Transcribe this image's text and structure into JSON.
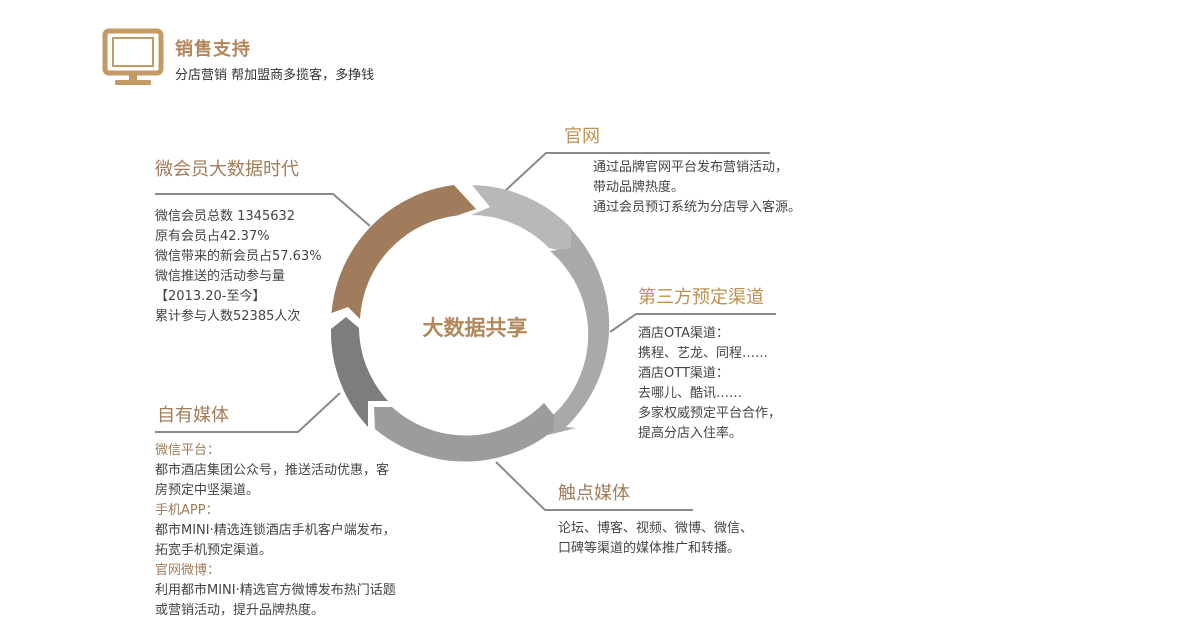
{
  "header": {
    "icon": "monitor-icon",
    "title": "销售支持",
    "subtitle": "分店营销 帮加盟商多揽客，多挣钱"
  },
  "diagram": {
    "center_label": "大数据共享",
    "colors": {
      "accent": "#b3875a",
      "brown_segment": "#a07c5c",
      "light_gray_segment": "#b8b8b8",
      "right_gray_segment": "#a9a9a9",
      "bottom_gray_segment": "#9c9c9c",
      "dark_gray_segment": "#7d7d7d",
      "connector": "#8a8a8a"
    },
    "sections": {
      "wechat": {
        "title": "微会员大数据时代",
        "lines": [
          "微信会员总数 1345632",
          "原有会员占42.37%",
          "微信带来的新会员占57.63%",
          "微信推送的活动参与量",
          "【2013.20-至今】",
          "累计参与人数52385人次"
        ]
      },
      "official_site": {
        "title": "官网",
        "lines": [
          "通过品牌官网平台发布营销活动，",
          "带动品牌热度。",
          "通过会员预订系统为分店导入客源。"
        ]
      },
      "third_party": {
        "title": "第三方预定渠道",
        "lines": [
          "酒店OTA渠道：",
          "携程、艺龙、同程……",
          "酒店OTT渠道：",
          "去哪儿、酷讯……",
          "多家权威预定平台合作，",
          "提高分店入住率。"
        ]
      },
      "own_media": {
        "title": "自有媒体",
        "blocks": [
          {
            "label": "微信平台：",
            "lines": [
              "都市酒店集团公众号，推送活动优惠，客",
              "房预定中坚渠道。"
            ]
          },
          {
            "label": "手机APP：",
            "lines": [
              "都市MINI·精选连锁酒店手机客户端发布，",
              "拓宽手机预定渠道。"
            ]
          },
          {
            "label": "官网微博：",
            "lines": [
              "利用都市MINI·精选官方微博发布热门话题",
              "或营销活动，提升品牌热度。"
            ]
          }
        ]
      },
      "touchpoint": {
        "title": "触点媒体",
        "lines": [
          "论坛、博客、视频、微博、微信、",
          "口碑等渠道的媒体推广和转播。"
        ]
      }
    }
  }
}
